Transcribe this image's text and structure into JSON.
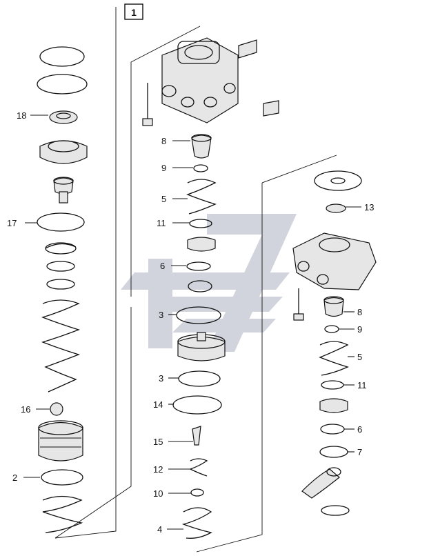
{
  "figure": {
    "reference_box": "1",
    "watermark_color": "#c9cdd6",
    "line_color": "#111111"
  },
  "callouts": {
    "left": [
      {
        "id": "18",
        "label": "18"
      },
      {
        "id": "17",
        "label": "17"
      },
      {
        "id": "16",
        "label": "16"
      },
      {
        "id": "2",
        "label": "2"
      }
    ],
    "center": [
      {
        "id": "8",
        "label": "8"
      },
      {
        "id": "9",
        "label": "9"
      },
      {
        "id": "5",
        "label": "5"
      },
      {
        "id": "11",
        "label": "11"
      },
      {
        "id": "6",
        "label": "6"
      },
      {
        "id": "3a",
        "label": "3"
      },
      {
        "id": "3b",
        "label": "3"
      },
      {
        "id": "14",
        "label": "14"
      },
      {
        "id": "15",
        "label": "15"
      },
      {
        "id": "12",
        "label": "12"
      },
      {
        "id": "10",
        "label": "10"
      },
      {
        "id": "4",
        "label": "4"
      }
    ],
    "right": [
      {
        "id": "13",
        "label": "13"
      },
      {
        "id": "8",
        "label": "8"
      },
      {
        "id": "9",
        "label": "9"
      },
      {
        "id": "5",
        "label": "5"
      },
      {
        "id": "11",
        "label": "11"
      },
      {
        "id": "6",
        "label": "6"
      },
      {
        "id": "7",
        "label": "7"
      }
    ]
  }
}
